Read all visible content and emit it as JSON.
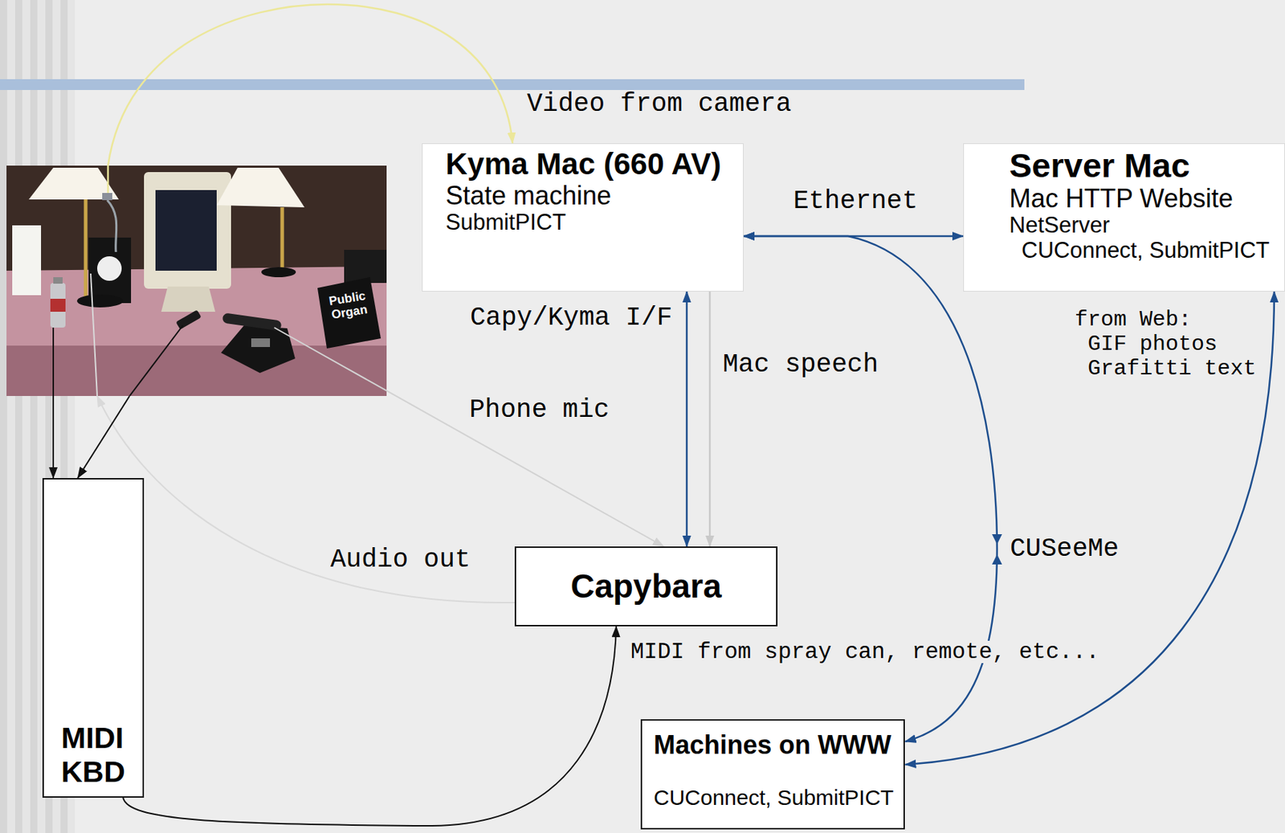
{
  "diagram": {
    "nodes": [
      {
        "text": [
          "Kyma Mac (660 AV)",
          "State machine",
          "SubmitPICT"
        ]
      },
      {
        "text": [
          "Server Mac",
          "Mac HTTP Website",
          "NetServer",
          "CUConnect, SubmitPICT"
        ]
      },
      {
        "text": [
          "Public Organ"
        ]
      },
      {
        "text": [
          "Capybara"
        ]
      },
      {
        "text": [
          "MIDI KBD"
        ]
      },
      {
        "text": [
          "Machines on WWW",
          "CUConnect, SubmitPICT"
        ]
      }
    ],
    "edges": [
      {
        "from": 2,
        "to": 0,
        "label": "Video from camera",
        "arrow": "to"
      },
      {
        "from": 0,
        "to": 1,
        "label": "Ethernet",
        "arrow": "both"
      },
      {
        "from": 0,
        "to": 3,
        "label": "Capy/Kyma I/F",
        "arrow": "both"
      },
      {
        "from": 0,
        "to": 3,
        "label": "Mac speech",
        "arrow": "to"
      },
      {
        "from": 2,
        "to": 3,
        "label": "Phone mic",
        "arrow": "to"
      },
      {
        "from": 3,
        "to": 2,
        "label": "Audio out",
        "arrow": "to"
      },
      {
        "from": 2,
        "to": 4,
        "arrow": "to"
      },
      {
        "from": 2,
        "to": 4,
        "arrow": "to"
      },
      {
        "from": 4,
        "to": 3,
        "label": "MIDI from spray can, remote, etc...",
        "arrow": "to"
      },
      {
        "from": 0,
        "to": 5,
        "label": "CUSeeMe",
        "arrow": "both"
      },
      {
        "from": 1,
        "to": 5,
        "arrow": "both"
      }
    ],
    "labels": [
      "from Web:",
      "GIF photos",
      "Grafitti text"
    ]
  }
}
